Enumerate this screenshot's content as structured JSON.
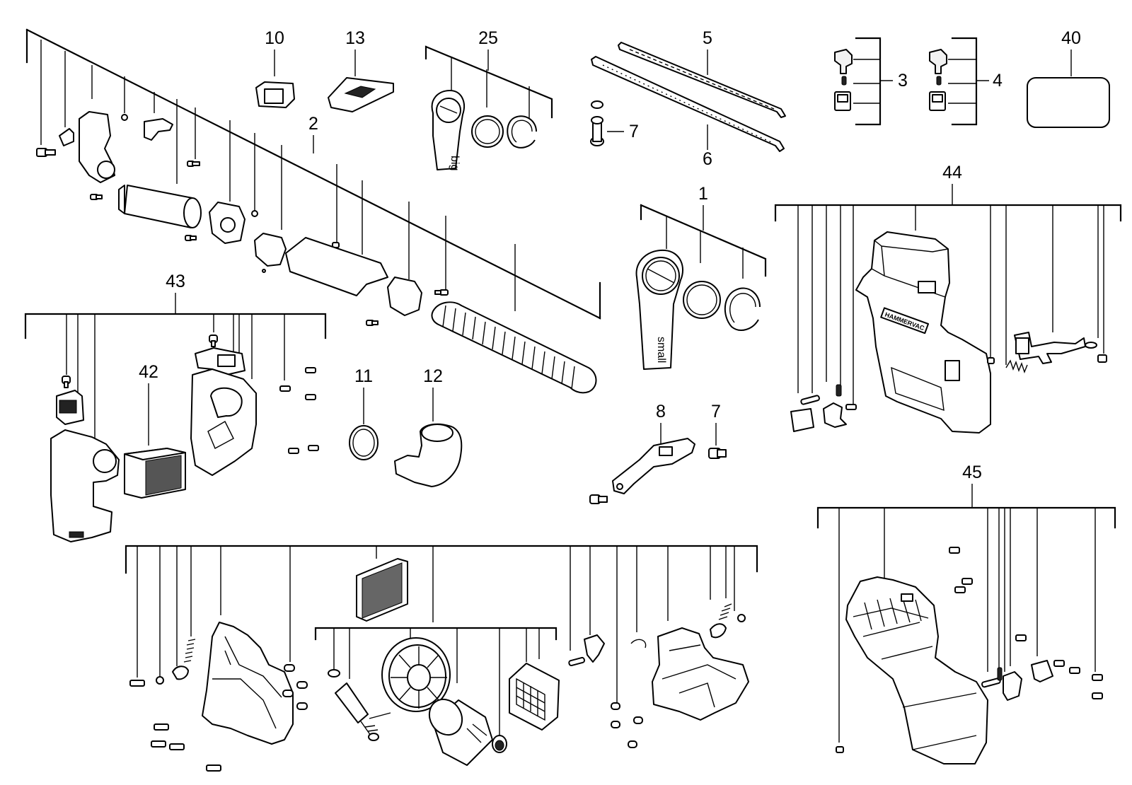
{
  "labels": {
    "p1": "1",
    "p2": "2",
    "p3": "3",
    "p4": "4",
    "p5": "5",
    "p6": "6",
    "p7a": "7",
    "p7b": "7",
    "p8": "8",
    "p10": "10",
    "p11": "11",
    "p12": "12",
    "p13": "13",
    "p25": "25",
    "p40": "40",
    "p42": "42",
    "p43": "43",
    "p44": "44",
    "p45": "45"
  },
  "part_text": {
    "big": "big",
    "small": "small",
    "brand": "HAMMERVAC"
  }
}
